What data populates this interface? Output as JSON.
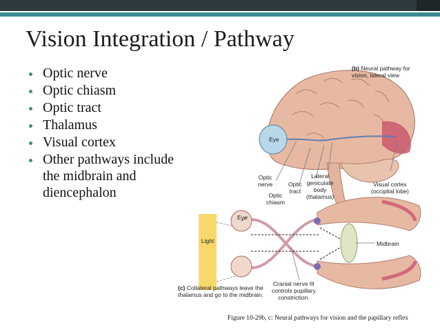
{
  "slide": {
    "title": "Vision Integration / Pathway",
    "bullets": [
      "Optic nerve",
      "Optic chiasm",
      "Optic tract",
      "Thalamus",
      "Visual cortex",
      "Other pathways include\nthe midbrain and\ndiencephalon"
    ],
    "caption": "Figure 10-29b, c: Neural pathways for vision and the papillary reflex"
  },
  "figure": {
    "panel_b_title_prefix": "(b)",
    "panel_b_title": "Neural pathway for\nvision, lateral view",
    "labels": {
      "eye_top": "Eye",
      "optic_nerve": "Optic\nnerve",
      "optic_tract": "Optic\ntract",
      "lateral_geniculate": "Lateral\ngeniculate\nbody\n(thalamus)",
      "visual_cortex": "Visual cortex\n(occipital lobe)",
      "optic_chiasm": "Optic\nchiasm",
      "eye_bottom": "Eye",
      "light": "Light",
      "midbrain": "Midbrain",
      "cranial_nerve": "Cranial nerve III\ncontrols pupillary\nconstriction.",
      "panel_c_prefix": "(c)",
      "panel_c_text": "Collateral pathways leave the\nthalamus and go to the midbrain."
    }
  },
  "colors": {
    "accent": "#3b8a8f",
    "top_bar": "#2f3a3e",
    "brain": "#e7b9a3",
    "cortex": "#c9586e",
    "light_box": "#f7d96b"
  }
}
